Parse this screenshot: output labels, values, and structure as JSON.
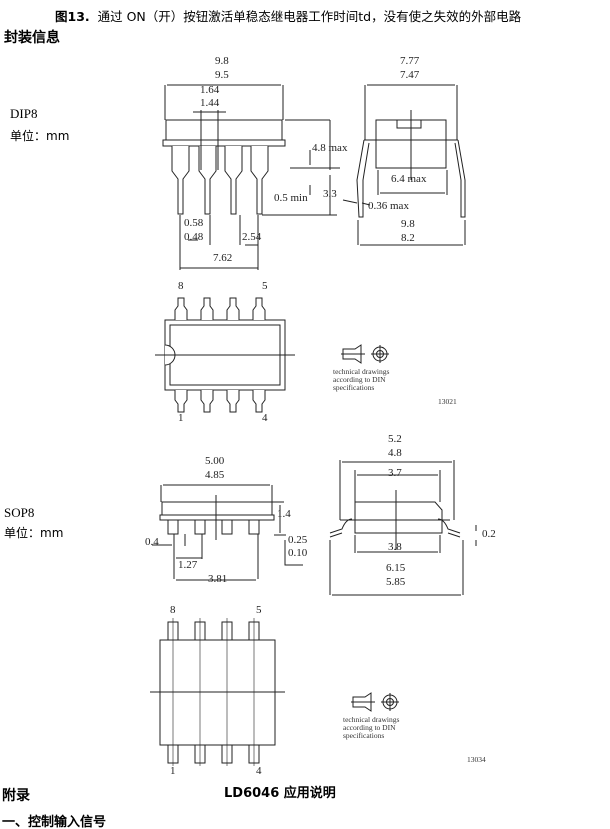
{
  "caption": {
    "fig": "图13.",
    "text": "通过 ON（开）按钮激活单稳态继电器工作时间td，没有使之失效的外部电路"
  },
  "section_title": "封装信息",
  "dip8": {
    "label": "DIP8",
    "unit": "单位：mm",
    "dims": {
      "len_max": "9.8",
      "len_min": "9.5",
      "w1": "1.64",
      "w2": "1.44",
      "h_max": "4.8 max",
      "stand": "0.5 min",
      "pin_len": "3.3",
      "pin_w_max": "0.58",
      "pin_w_min": "0.48",
      "pitch": "2.54",
      "row": "7.62",
      "end_max": "7.77",
      "end_min": "7.47",
      "body_w": "6.4 max",
      "lead_t": "0.36 max",
      "span_max": "9.8",
      "span_min": "8.2"
    },
    "pins": {
      "top_left": "8",
      "top_right": "5",
      "bottom_left": "1",
      "bottom_right": "4"
    },
    "note": [
      "technical drawings",
      "according to DIN",
      "specifications"
    ],
    "code": "13021"
  },
  "sop8": {
    "label": "SOP8",
    "unit": "单位：mm",
    "dims": {
      "len_max": "5.00",
      "len_min": "4.85",
      "h": "1.4",
      "lead_w": "0.4",
      "pitch": "1.27",
      "row": "3.81",
      "stand_max": "0.25",
      "stand_min": "0.10",
      "end_max": "5.2",
      "end_min": "4.8",
      "top_w": "3.7",
      "body_w": "3.8",
      "span_max": "6.15",
      "span_min": "5.85",
      "lead_t": "0.2"
    },
    "pins": {
      "top_left": "8",
      "top_right": "5",
      "bottom_left": "1",
      "bottom_right": "4"
    },
    "note": [
      "technical drawings",
      "according to DIN",
      "specifications"
    ],
    "code": "13034"
  },
  "appendix": {
    "title": "附录",
    "doc_title": "LD6046 应用说明",
    "sub": "一、控制输入信号"
  }
}
